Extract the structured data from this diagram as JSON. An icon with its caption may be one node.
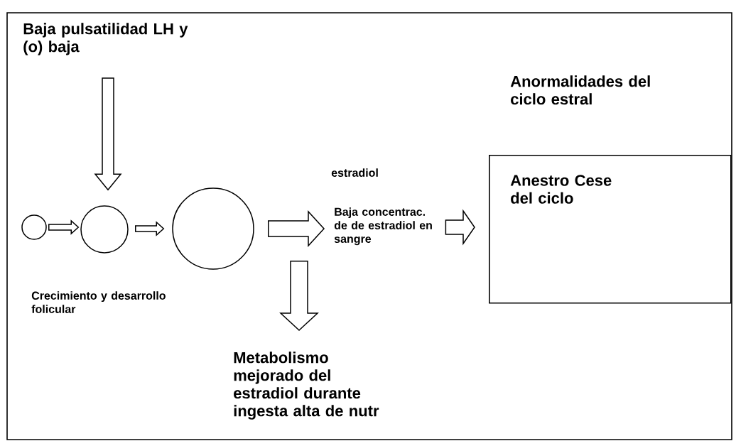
{
  "diagram": {
    "nodes": [
      {
        "text": [
          "Baja pulsatilidad  LH y (o) baja"
        ]
      },
      {
        "text": [],
        "shape": "circle"
      },
      {
        "text": [],
        "shape": "circle"
      },
      {
        "text": [],
        "shape": "circle"
      },
      {
        "text": [
          "Baja concentrac. de de estradiol en sangre"
        ]
      },
      {
        "text": [
          "Anormalidades del ciclo estral",
          "Anestro Cese del ciclo"
        ]
      },
      {
        "text": [
          "Metabolismo mejorado del estradiol durante ingesta alta de nutr"
        ]
      }
    ],
    "edges": [
      {
        "from": 0,
        "to": 2,
        "arrow": "to"
      },
      {
        "from": 1,
        "to": 2,
        "arrow": "to"
      },
      {
        "from": 2,
        "to": 3,
        "arrow": "to"
      },
      {
        "from": 3,
        "to": 4,
        "arrow": "to"
      },
      {
        "from": 3,
        "to": 6,
        "arrow": "to"
      },
      {
        "from": 4,
        "to": 5,
        "arrow": "to"
      }
    ],
    "labels": [
      "estradiol",
      "Crecimiento y desarrollo folicular"
    ]
  }
}
